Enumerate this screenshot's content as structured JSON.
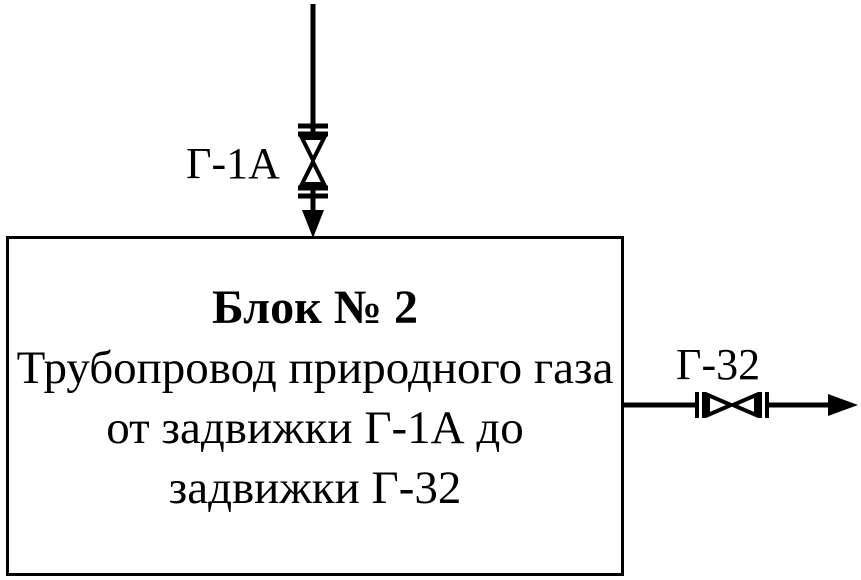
{
  "block": {
    "title": "Блок № 2",
    "description": "Трубопровод природного газа от задвижки Г-1А до задвижки Г-32"
  },
  "valves": {
    "inlet_label": "Г-1А",
    "outlet_label": "Г-32"
  },
  "colors": {
    "line": "#000000",
    "background": "#ffffff"
  }
}
